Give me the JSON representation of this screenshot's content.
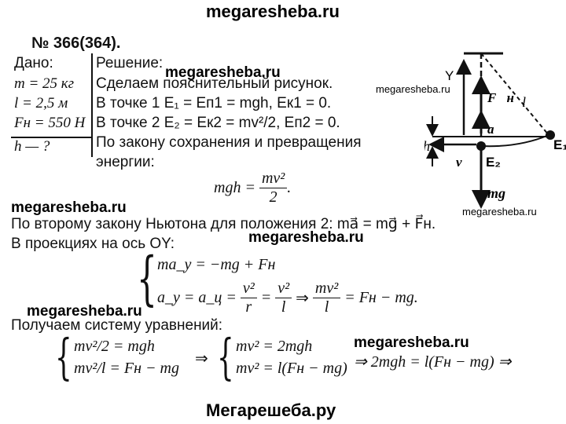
{
  "watermarks": {
    "top": "megaresheba.ru",
    "bottom": "Мегарешеба.ру",
    "w1": "megaresheba.ru",
    "w2": "megaresheba.ru",
    "w3": "megaresheba.ru",
    "w4": "megaresheba.ru",
    "w5": "megaresheba.ru",
    "w6": "megaresheba.ru",
    "w7": "megaresheba.ru"
  },
  "problem": {
    "number": "№ 366(364).",
    "given_header": "Дано:",
    "given": [
      "m = 25 кг",
      "l = 2,5 м",
      "Fн = 550 Н"
    ],
    "find": "h — ?",
    "solution_header": "Решение:",
    "lines": [
      "Сделаем пояснительный рисунок.",
      "В точке 1 E₁ = Eп1 = mgh, Eк1 = 0.",
      "В точке 2 E₂ = Eк2 = mv²/2, Eп2 = 0.",
      "По закону сохранения и превращения",
      "энергии:"
    ],
    "energy_eq_left": "mgh =",
    "energy_eq_num": "mv²",
    "energy_eq_den": "2",
    "newton_line": "По второму закону Ньютона для положения 2: ma⃗ = mg⃗ + F⃗н.",
    "proj_line": "В проекциях на ось OY:",
    "proj_eq1": "ma_y = −mg + Fн",
    "proj_eq2_left": "a_y = a_ц =",
    "proj_eq2_f1_num": "v²",
    "proj_eq2_f1_den": "r",
    "proj_eq2_eq": "=",
    "proj_eq2_f2_num": "v²",
    "proj_eq2_f2_den": "l",
    "proj_eq2_arrow": "⇒",
    "proj_eq2_f3_num": "mv²",
    "proj_eq2_f3_den": "l",
    "proj_eq2_right": "= Fн − mg.",
    "system_line": "Получаем систему уравнений:",
    "sys1_a": "mv²/2 = mgh",
    "sys1_b": "mv²/l = Fн − mg",
    "sys_arrow1": "⇒",
    "sys2_a": "mv² = 2mgh",
    "sys2_b": "mv² = l(Fн − mg)",
    "sys_result": "⇒ 2mgh = l(Fн − mg) ⇒"
  },
  "diagram": {
    "label_Y": "Y",
    "label_F": "F⃗н",
    "label_l": "l",
    "label_a": "a⃗",
    "label_E1": "E₁",
    "label_E2": "E₂",
    "label_h": "h",
    "label_v": "v⃗",
    "label_mg": "mg⃗"
  }
}
